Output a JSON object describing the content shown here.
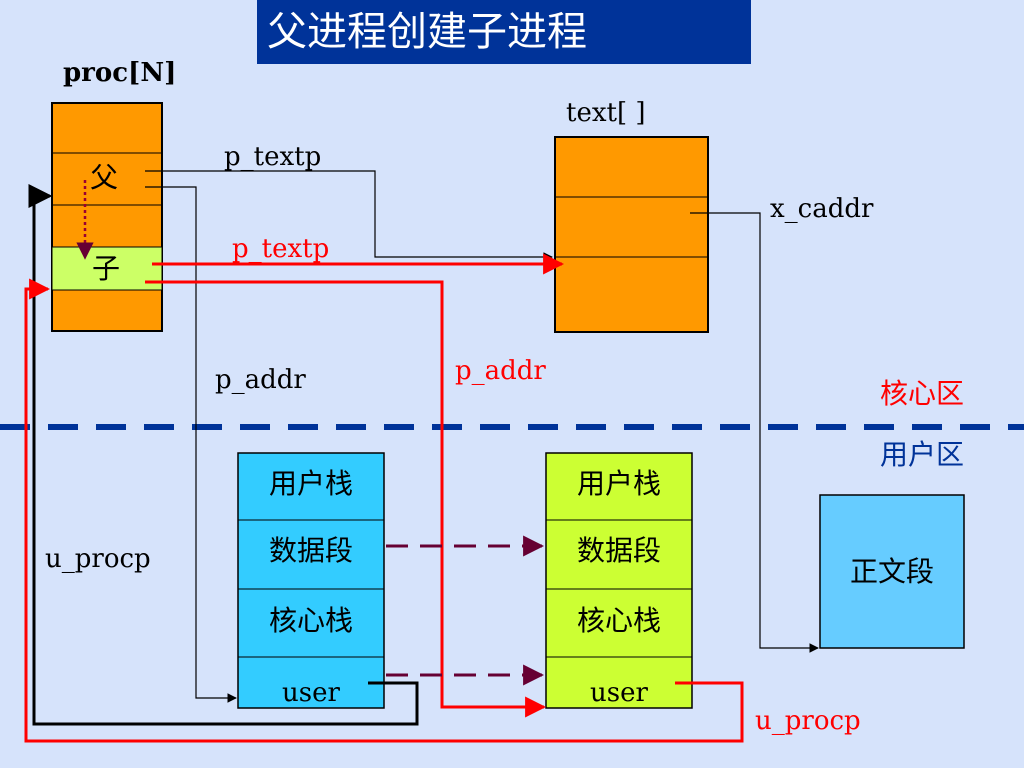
{
  "title": "父进程创建子进程",
  "labels": {
    "proc_array": "proc[N]",
    "text_array": "text[  ]",
    "parent_p_textp": "p_textp",
    "child_p_textp": "p_textp",
    "parent_p_addr": "p_addr",
    "child_p_addr": "p_addr",
    "x_caddr": "x_caddr",
    "parent_u_procp": "u_procp",
    "child_u_procp": "u_procp"
  },
  "zones": {
    "kernel": "核心区",
    "user": "用户区"
  },
  "proc_slots": {
    "parent": "父",
    "child": "子"
  },
  "parent_image": [
    "用户栈",
    "数据段",
    "核心栈",
    "user"
  ],
  "child_image": [
    "用户栈",
    "数据段",
    "核心栈",
    "user"
  ],
  "text_segment": "正文段",
  "colors": {
    "title_bg": "#003399",
    "background": "#d6e3fb",
    "proc_orange": "#ff9900",
    "child_slot": "#ccff66",
    "parent_image": "#33ccff",
    "child_image": "#ccff33",
    "text_segment": "#66ccff",
    "divider": "#003399",
    "red_line": "#ff0000",
    "dashed_arrow": "#660033",
    "kernel_label": "#ff0000",
    "user_label": "#003399"
  }
}
